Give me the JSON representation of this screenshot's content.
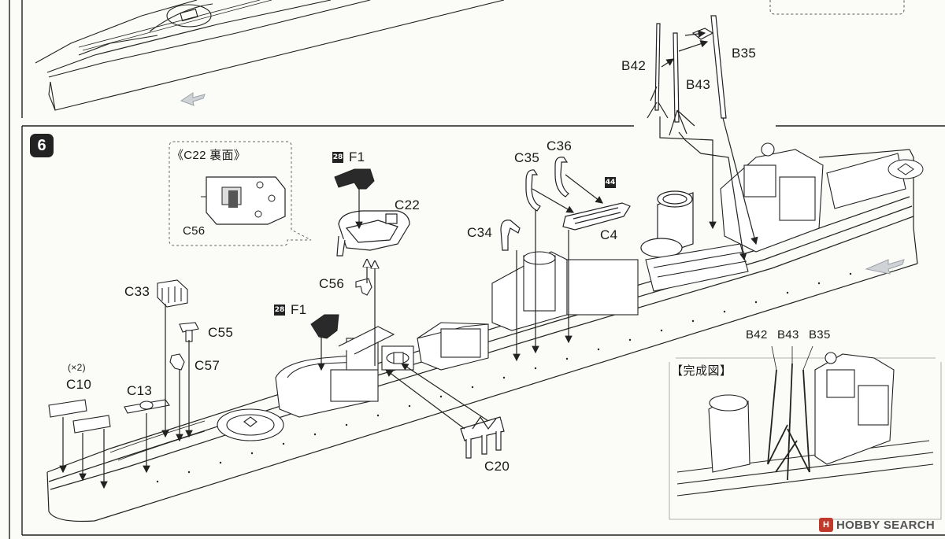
{
  "step": {
    "number": "6"
  },
  "inset": {
    "title": "《C22 裏面》",
    "part": "C56"
  },
  "badges": {
    "f1_top": "28",
    "f1_mid": "28",
    "boat": "44"
  },
  "parts": {
    "f1_top": "F1",
    "c22": "C22",
    "c56": "C56",
    "f1_mid": "F1",
    "c33": "C33",
    "c55": "C55",
    "c57": "C57",
    "c10_qty": "(×2)",
    "c10": "C10",
    "c13": "C13",
    "c20": "C20",
    "c34": "C34",
    "c35": "C35",
    "c36": "C36",
    "c4": "C4",
    "b42": "B42",
    "b43": "B43",
    "b35": "B35"
  },
  "detail": {
    "title": "【完成図】",
    "labels": [
      "B42",
      "B43",
      "B35"
    ]
  },
  "watermark": {
    "mark": "H",
    "text": "HOBBY SEARCH"
  }
}
